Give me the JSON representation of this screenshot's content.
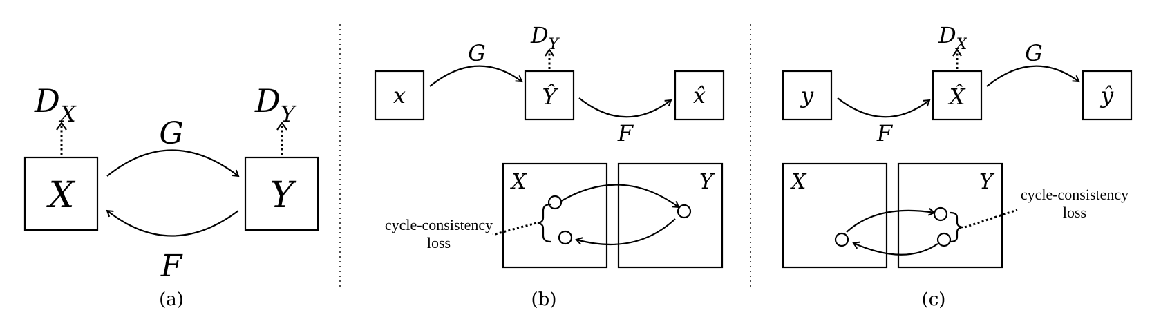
{
  "panel_a": {
    "X": "X",
    "Y": "Y",
    "DX": "D",
    "DX_sub": "X",
    "DY": "D",
    "DY_sub": "Y",
    "G": "G",
    "F": "F",
    "caption": "(a)"
  },
  "panel_b": {
    "x": "x",
    "Yhat": "Ŷ",
    "xhat": "x̂",
    "DY": "D",
    "DY_sub": "Y",
    "G": "G",
    "F": "F",
    "X": "X",
    "Y": "Y",
    "loss_line1": "cycle-consistency",
    "loss_line2": "loss",
    "caption": "(b)"
  },
  "panel_c": {
    "y": "y",
    "Xhat": "X̂",
    "yhat": "ŷ",
    "DX": "D",
    "DX_sub": "X",
    "G": "G",
    "F": "F",
    "X": "X",
    "Y": "Y",
    "loss_line1": "cycle-consistency",
    "loss_line2": "loss",
    "caption": "(c)"
  }
}
